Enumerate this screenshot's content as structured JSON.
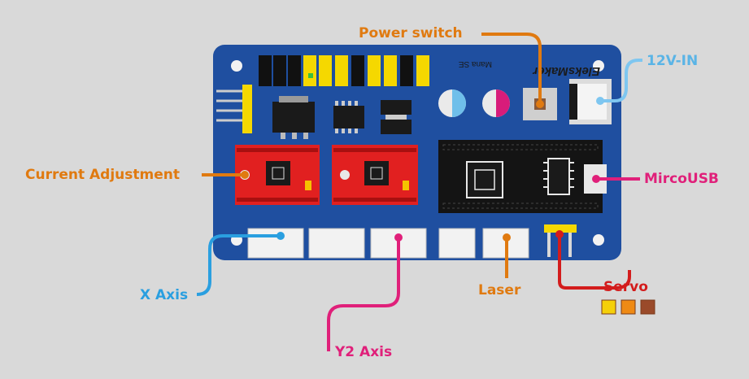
{
  "board": {
    "brand": "EleksMaker",
    "model": "Mana SE",
    "colors": {
      "pcb": "#1f4fa0",
      "driver": "#e12020",
      "arduino": "#141414",
      "connector": "#f2f2f2"
    }
  },
  "callouts": {
    "power_switch": {
      "text": "Power switch",
      "color": "#e07a10"
    },
    "v12_in": {
      "text": "12V-IN",
      "color": "#5ab4e6"
    },
    "current_adjustment": {
      "text": "Current Adjustment",
      "color": "#e07a10"
    },
    "micro_usb": {
      "text": "MircoUSB",
      "color": "#e0207a"
    },
    "x_axis": {
      "text": "X Axis",
      "color": "#2a9fe0"
    },
    "y2_axis": {
      "text": "Y2 Axis",
      "color": "#e0207a"
    },
    "laser": {
      "text": "Laser",
      "color": "#e07a10"
    },
    "servo": {
      "text": "Servo",
      "color": "#d31c1c"
    }
  },
  "servo_wire_colors": [
    "#f5d00a",
    "#ef8a14",
    "#9a4a2a"
  ]
}
